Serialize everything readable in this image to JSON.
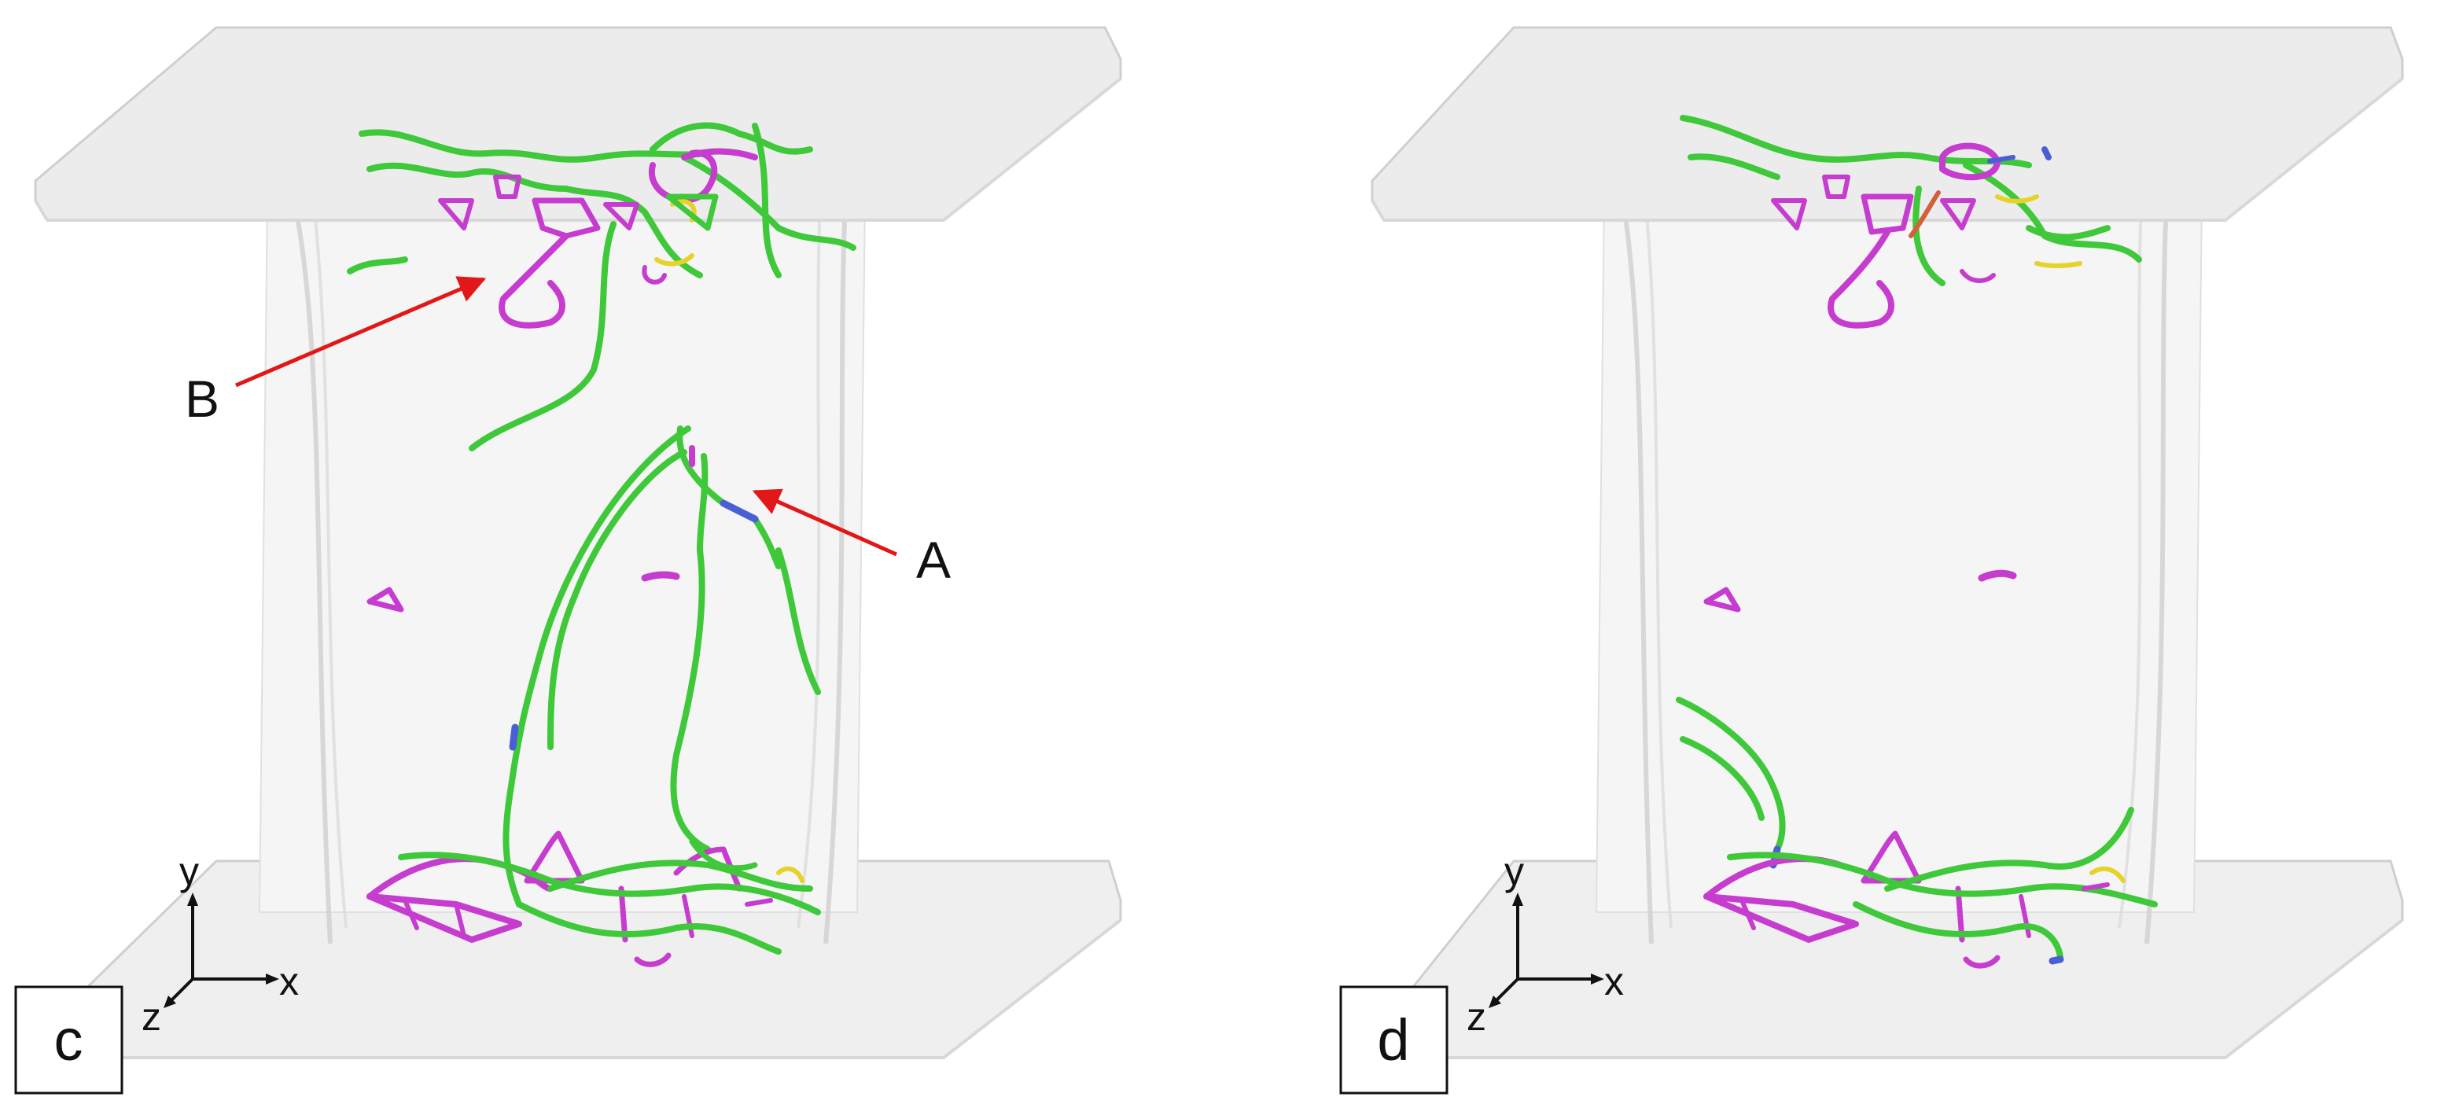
{
  "panels": [
    {
      "id": "c",
      "label": "c",
      "callouts": [
        "B",
        "A"
      ]
    },
    {
      "id": "d",
      "label": "d",
      "callouts": []
    }
  ],
  "axes": {
    "x": "x",
    "y": "y",
    "z": "z"
  },
  "colors": {
    "slab": "#ebebeb",
    "slab_edge": "#c9c9c9",
    "shaft": "#f3f3f3",
    "green": "#3ec83a",
    "magenta": "#c63ccf",
    "blue": "#4a5fd6",
    "yellow": "#e6d229",
    "arrow": "#e21818"
  }
}
